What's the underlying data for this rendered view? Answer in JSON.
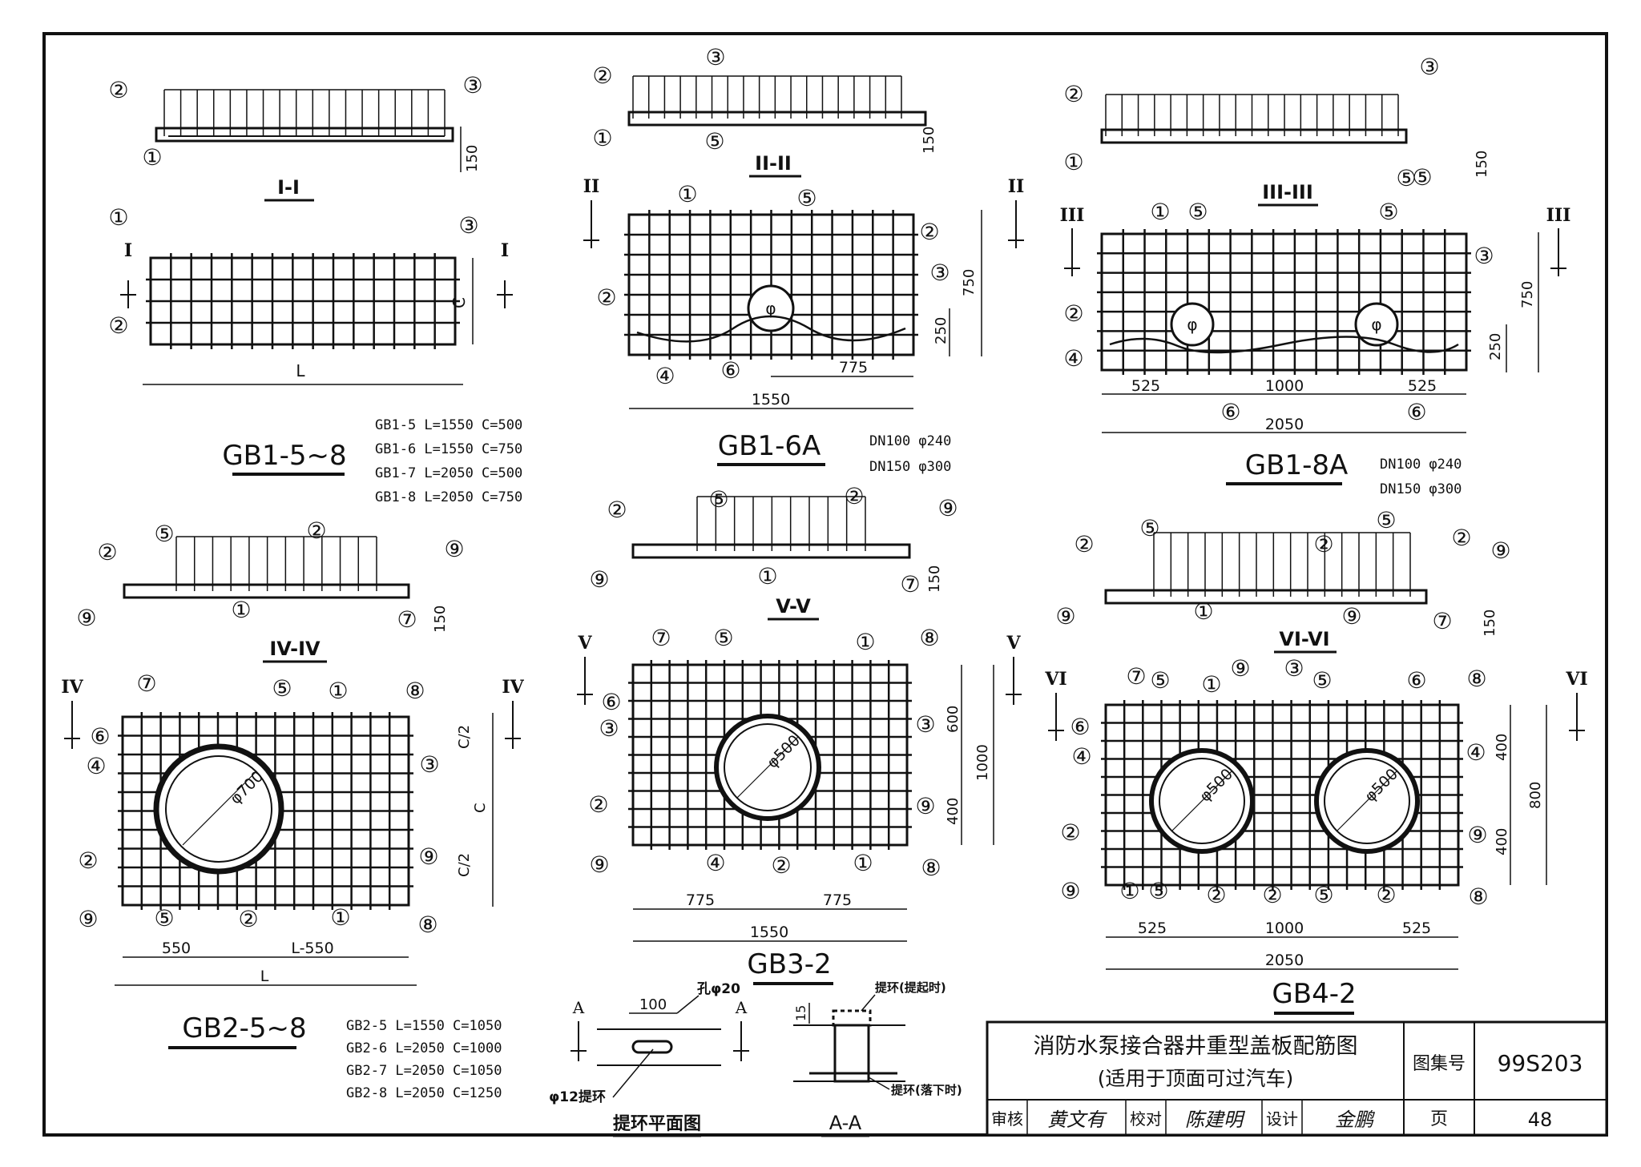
{
  "markers": {
    "c1": "①",
    "c2": "②",
    "c3": "③",
    "c4": "④",
    "c5": "⑤",
    "c6": "⑥",
    "c7": "⑦",
    "c8": "⑧",
    "c9": "⑨"
  },
  "sections": {
    "s1": "I-I",
    "s2": "II-II",
    "s3": "III-III",
    "s4": "IV-IV",
    "s5": "V-V",
    "s6": "VI-VI",
    "aa": "A-A"
  },
  "cut_marks": {
    "I": "I",
    "II": "II",
    "III": "III",
    "IV": "IV",
    "V": "V",
    "VI": "VI",
    "A": "A"
  },
  "drawings": {
    "gb1_58": {
      "title": "GB1-5~8",
      "dim_L": "L",
      "dim_C": "C",
      "dim_150": "150",
      "variants": [
        "GB1-5 L=1550 C=500",
        "GB1-6 L=1550 C=750",
        "GB1-7 L=2050 C=500",
        "GB1-8 L=2050 C=750"
      ]
    },
    "gb1_6a": {
      "title": "GB1-6A",
      "dims": {
        "d1550": "1550",
        "d775": "775",
        "d750": "750",
        "d250": "250",
        "d150": "150"
      },
      "hole_phi": "φ",
      "notes": [
        "DN100  φ240",
        "DN150  φ300"
      ]
    },
    "gb1_8a": {
      "title": "GB1-8A",
      "dims": {
        "d2050": "2050",
        "d525a": "525",
        "d1000": "1000",
        "d525b": "525",
        "d750": "750",
        "d250": "250",
        "d150": "150"
      },
      "hole_phi": "φ",
      "notes": [
        "DN100  φ240",
        "DN150  φ300"
      ]
    },
    "gb2_58": {
      "title": "GB2-5~8",
      "dims": {
        "d550": "550",
        "dL550": "L-550",
        "dL": "L",
        "dC2a": "C/2",
        "dC": "C",
        "dC2b": "C/2",
        "d150": "150"
      },
      "hole": "φ700",
      "variants": [
        "GB2-5 L=1550 C=1050",
        "GB2-6 L=2050 C=1000",
        "GB2-7 L=2050 C=1050",
        "GB2-8 L=2050 C=1250"
      ]
    },
    "gb3_2": {
      "title": "GB3-2",
      "dims": {
        "d775a": "775",
        "d775b": "775",
        "d1550": "1550",
        "d600": "600",
        "d400": "400",
        "d1000": "1000",
        "d150": "150"
      },
      "hole": "φ500"
    },
    "gb4_2": {
      "title": "GB4-2",
      "dims": {
        "d525a": "525",
        "d1000": "1000",
        "d525b": "525",
        "d2050": "2050",
        "d400a": "400",
        "d400b": "400",
        "d800": "800",
        "d150": "150"
      },
      "hole": "φ500"
    },
    "ring_plan": {
      "title": "提环平面图",
      "d100": "100",
      "hole": "孔φ20",
      "ring": "φ12提环"
    },
    "aa": {
      "d15": "15",
      "up": "提环(提起时)",
      "down": "提环(落下时)"
    }
  },
  "title_block": {
    "title_line1": "消防水泵接合器井重型盖板配筋图",
    "title_line2": "(适用于顶面可过汽车)",
    "atlas_label": "图集号",
    "atlas_no": "99S203",
    "review_label": "审核",
    "review_sign": "黄文有",
    "check_label": "校对",
    "check_sign": "陈建明",
    "design_label": "设计",
    "design_sign": "金鹏",
    "page_label": "页",
    "page_no": "48"
  }
}
